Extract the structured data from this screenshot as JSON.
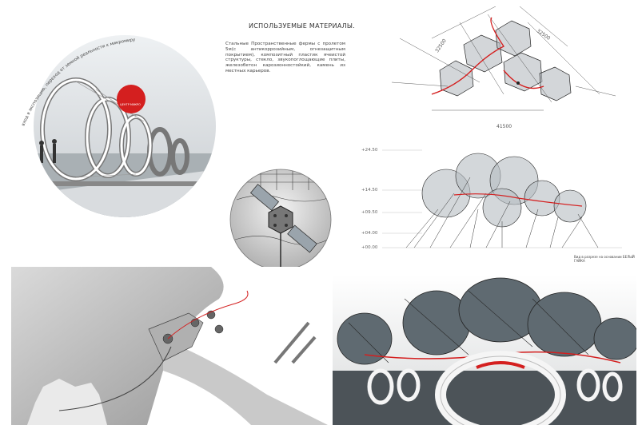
{
  "materials": {
    "heading": "ИСПОЛЬЗУЕМЫЕ МАТЕРИАЛЫ.",
    "text": "Стальные Пространственные фермы с пролетом 5м(с антикоррозийным, огнезащитным покрытием), композитный пластик ячеистой структуры, стекло, звукопоглощающие плиты, железобетон карозионностойкий, камень из местных карьеров."
  },
  "circle_render": {
    "caption": "вход в экспозицию, переход от земной реальности к микромиру",
    "sign_text": "ЦЕНТР МИКРО"
  },
  "plan": {
    "dim_left": "32500",
    "dim_right": "32500",
    "dim_bottom": "41500"
  },
  "elevation": {
    "levels": [
      "+24.50",
      "+14.50",
      "+09.50",
      "+04.00",
      "+00.00"
    ],
    "caption": "Вид в разрезе на основании БЕЛЫЙ ГАЙКА"
  },
  "colors": {
    "accent_red": "#d41f1f",
    "structure": "#3a3a3a",
    "glass": "#9aa4ac"
  }
}
